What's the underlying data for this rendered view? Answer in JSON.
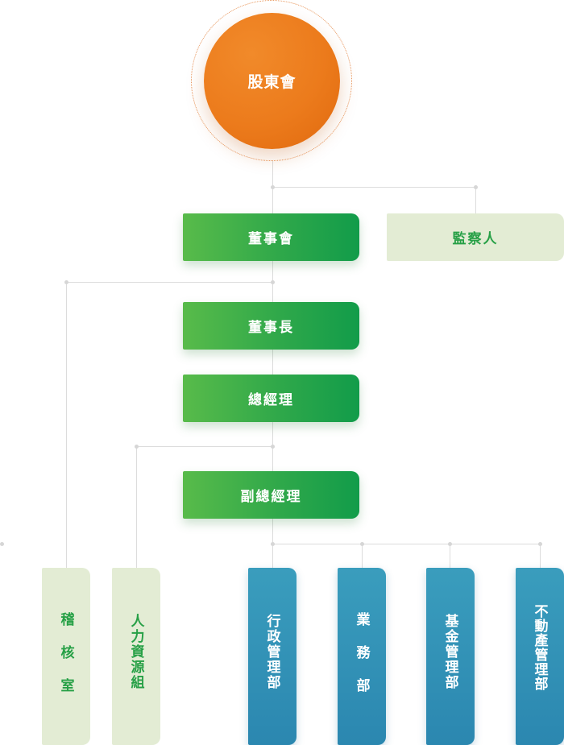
{
  "root": {
    "label": "股東會"
  },
  "level1": {
    "board": "董事會",
    "supervisor": "監察人"
  },
  "chain": {
    "chairman": "董事長",
    "general_manager": "總經理",
    "deputy_general_manager": "副總經理"
  },
  "staff_units": {
    "audit": "稽核室",
    "hr": "人力資源組"
  },
  "departments": [
    {
      "label": "行政管理部"
    },
    {
      "label": "業務部"
    },
    {
      "label": "基金管理部"
    },
    {
      "label": "不動產管理部"
    }
  ],
  "colors": {
    "orange": "#ec7b1c",
    "green": "#2fa84a",
    "light_green": "#e3ecd4",
    "blue": "#2b87b0",
    "connector": "#dcdcdc"
  }
}
